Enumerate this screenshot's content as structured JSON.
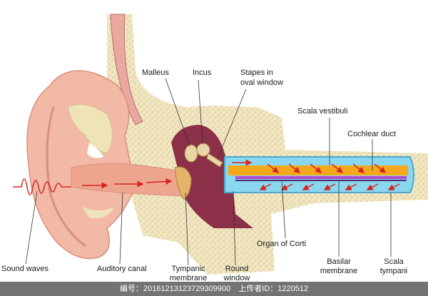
{
  "labels": {
    "malleus": "Malleus",
    "incus": "Incus",
    "stapes_l1": "Stapes in",
    "stapes_l2": "oval window",
    "scala_vestibuli": "Scala vestibuli",
    "cochlear_duct": "Cochlear duct",
    "organ_of_corti": "Organ of Corti",
    "sound_waves": "Sound waves",
    "auditory_canal": "Auditory canal",
    "tympanic_l1": "Tympanic",
    "tympanic_l2": "membrane",
    "round_l1": "Round",
    "round_l2": "window",
    "basilar_l1": "Basilar",
    "basilar_l2": "membrane",
    "scala_tympani_l1": "Scala",
    "scala_tympani_l2": "tympani"
  },
  "watermark": {
    "id_text": "编号：20161213123729309900",
    "uploader_text": "上传者ID：1220512"
  },
  "colors": {
    "skin": "#f2b9a6",
    "skin_dark": "#d98f7c",
    "bone": "#efe3b8",
    "bone_speckle": "#c9b98a",
    "middle_ear": "#8c2f48",
    "cochlea_outer": "#7fd3ee",
    "scala_vestibuli": "#f4a91d",
    "basilar": "#b04bd0",
    "arrow": "#d8241f"
  }
}
